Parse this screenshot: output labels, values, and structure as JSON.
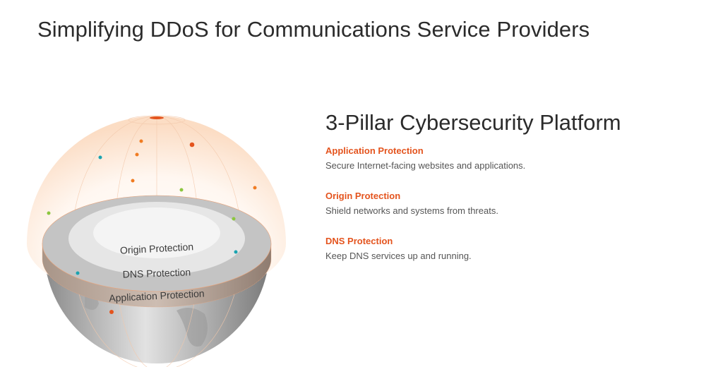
{
  "page_title": "Simplifying DDoS for Communications Service Providers",
  "platform": {
    "heading": "3-Pillar Cybersecurity Platform",
    "pillars": [
      {
        "name": "Application Protection",
        "description": "Secure Internet-facing websites and applications."
      },
      {
        "name": "Origin Protection",
        "description": "Shield networks and systems from threats."
      },
      {
        "name": "DNS Protection",
        "description": "Keep DNS services up and running."
      }
    ]
  },
  "diagram": {
    "layers": {
      "inner": "Origin Protection",
      "middle": "DNS Protection",
      "outer": "Application Protection"
    }
  },
  "colors": {
    "accent": "#e4541e",
    "teal": "#1aa3b0",
    "green": "#8cc63f",
    "orange": "#f07c22"
  }
}
